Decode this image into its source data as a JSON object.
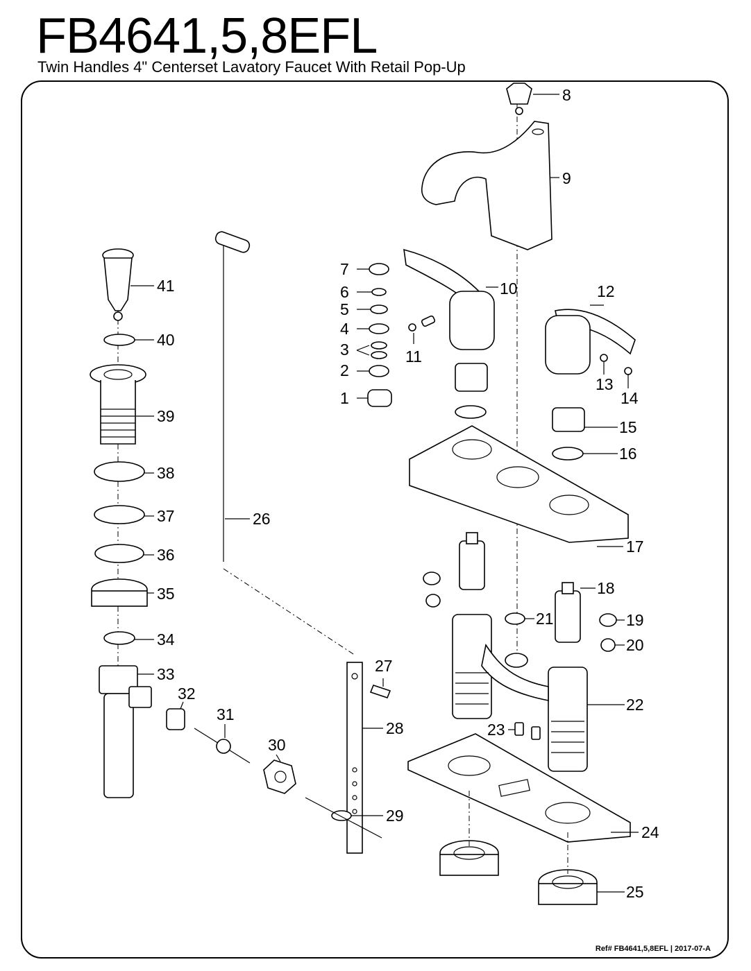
{
  "header": {
    "title": "FB4641,5,8EFL",
    "subtitle": "Twin Handles 4\" Centerset Lavatory Faucet With Retail Pop-Up"
  },
  "footer": {
    "ref": "Ref# FB4641,5,8EFL | 2017-07-A"
  },
  "callouts": [
    "1",
    "2",
    "3",
    "4",
    "5",
    "6",
    "7",
    "8",
    "9",
    "10",
    "11",
    "12",
    "13",
    "14",
    "15",
    "16",
    "17",
    "18",
    "19",
    "20",
    "21",
    "22",
    "23",
    "24",
    "25",
    "26",
    "27",
    "28",
    "29",
    "30",
    "31",
    "32",
    "33",
    "34",
    "35",
    "36",
    "37",
    "38",
    "39",
    "40",
    "41"
  ],
  "colors": {
    "line": "#000000",
    "background": "#ffffff"
  }
}
